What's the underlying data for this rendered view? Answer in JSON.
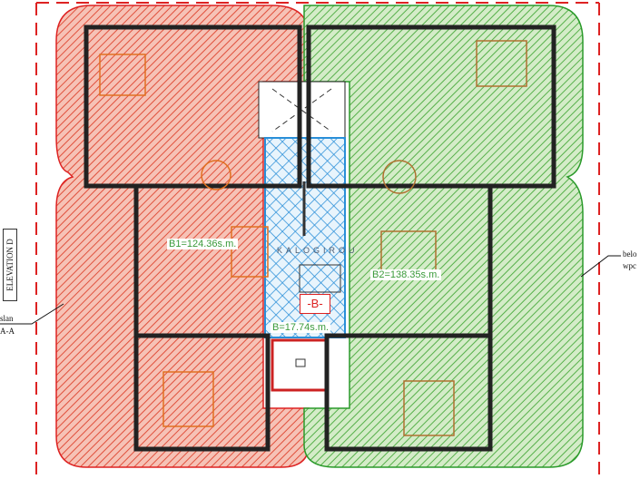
{
  "plan": {
    "units": [
      {
        "id": "B1",
        "label": "B1=124.36s.m.",
        "color": "#e05a4a"
      },
      {
        "id": "B2",
        "label": "B2=138.35s.m.",
        "color": "#4aa84a"
      },
      {
        "id": "B",
        "label": "B=17.74s.m.",
        "color": "#2a8fd8"
      }
    ],
    "unit_tag": "-B-",
    "watermark": "KALOGIROU",
    "elevation_label": "ELEVATION D",
    "left_note": [
      "slan",
      "A-A"
    ],
    "right_note": [
      "belo",
      "wpc"
    ]
  }
}
